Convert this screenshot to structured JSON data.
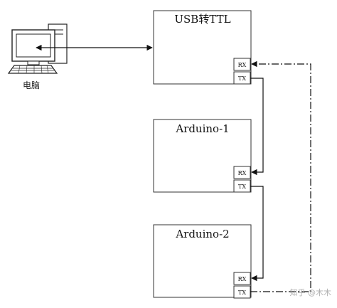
{
  "computer": {
    "label": "电脑",
    "icon": "desktop-computer-icon"
  },
  "modules": [
    {
      "id": "usb-ttl",
      "title": "USB转TTL",
      "ports": {
        "rx": "RX",
        "tx": "TX"
      }
    },
    {
      "id": "arduino-1",
      "title": "Arduino-1",
      "ports": {
        "rx": "RX",
        "tx": "TX"
      }
    },
    {
      "id": "arduino-2",
      "title": "Arduino-2",
      "ports": {
        "rx": "RX",
        "tx": "TX"
      }
    }
  ],
  "watermark": "知乎 @木木",
  "colors": {
    "line": "#111111",
    "box_border": "#333333",
    "watermark": "#b0b0b0"
  }
}
